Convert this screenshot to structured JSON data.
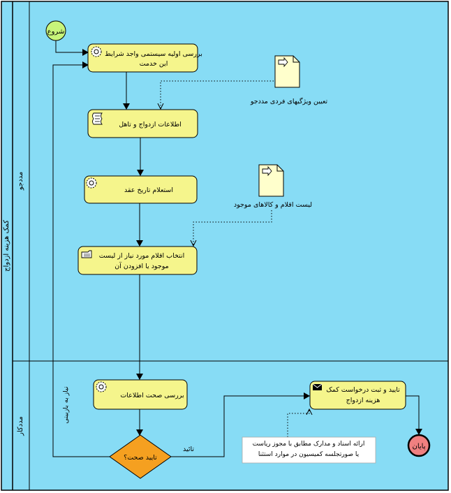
{
  "pool": {
    "label": "کمک هزینه ازدواج"
  },
  "lanes": [
    {
      "id": "student",
      "label": "مددجو"
    },
    {
      "id": "worker",
      "label": "مددکار"
    }
  ],
  "events": {
    "start": "شروع",
    "end": "پایان"
  },
  "tasks": {
    "t1": {
      "lines": [
        "بررسی اولیه سیستمی واجد شرایط",
        "این خدمت"
      ]
    },
    "t2": {
      "lines": [
        "اطلاعات ازدواج و تاهل"
      ]
    },
    "t3": {
      "lines": [
        "استعلام  تاریخ عقد"
      ]
    },
    "t4": {
      "lines": [
        "انتخاب اقلام مورد نیاز از لیست",
        "موجود یا افزودن آن"
      ]
    },
    "t5": {
      "lines": [
        "بررسی صحت اطلاعات"
      ]
    },
    "t6": {
      "lines": [
        "تایید و ثبت درخواست کمک",
        "هزینه ازدواج"
      ]
    }
  },
  "gateway": {
    "label": "تایید صحت؟"
  },
  "documents": {
    "d1": "تعیین ویژگیهای فردی مددجو",
    "d2": "لیست اقلام و کالاهای موجود"
  },
  "annotation": {
    "lines": [
      "ارائه اسناد و مدارک مطابق با  مجوز ریاست",
      "یا صورتجلسه کمیسیون در موارد استثنا"
    ]
  },
  "flow_labels": {
    "approve": "تائید",
    "needs_review": "نیاز به بازبینی"
  }
}
